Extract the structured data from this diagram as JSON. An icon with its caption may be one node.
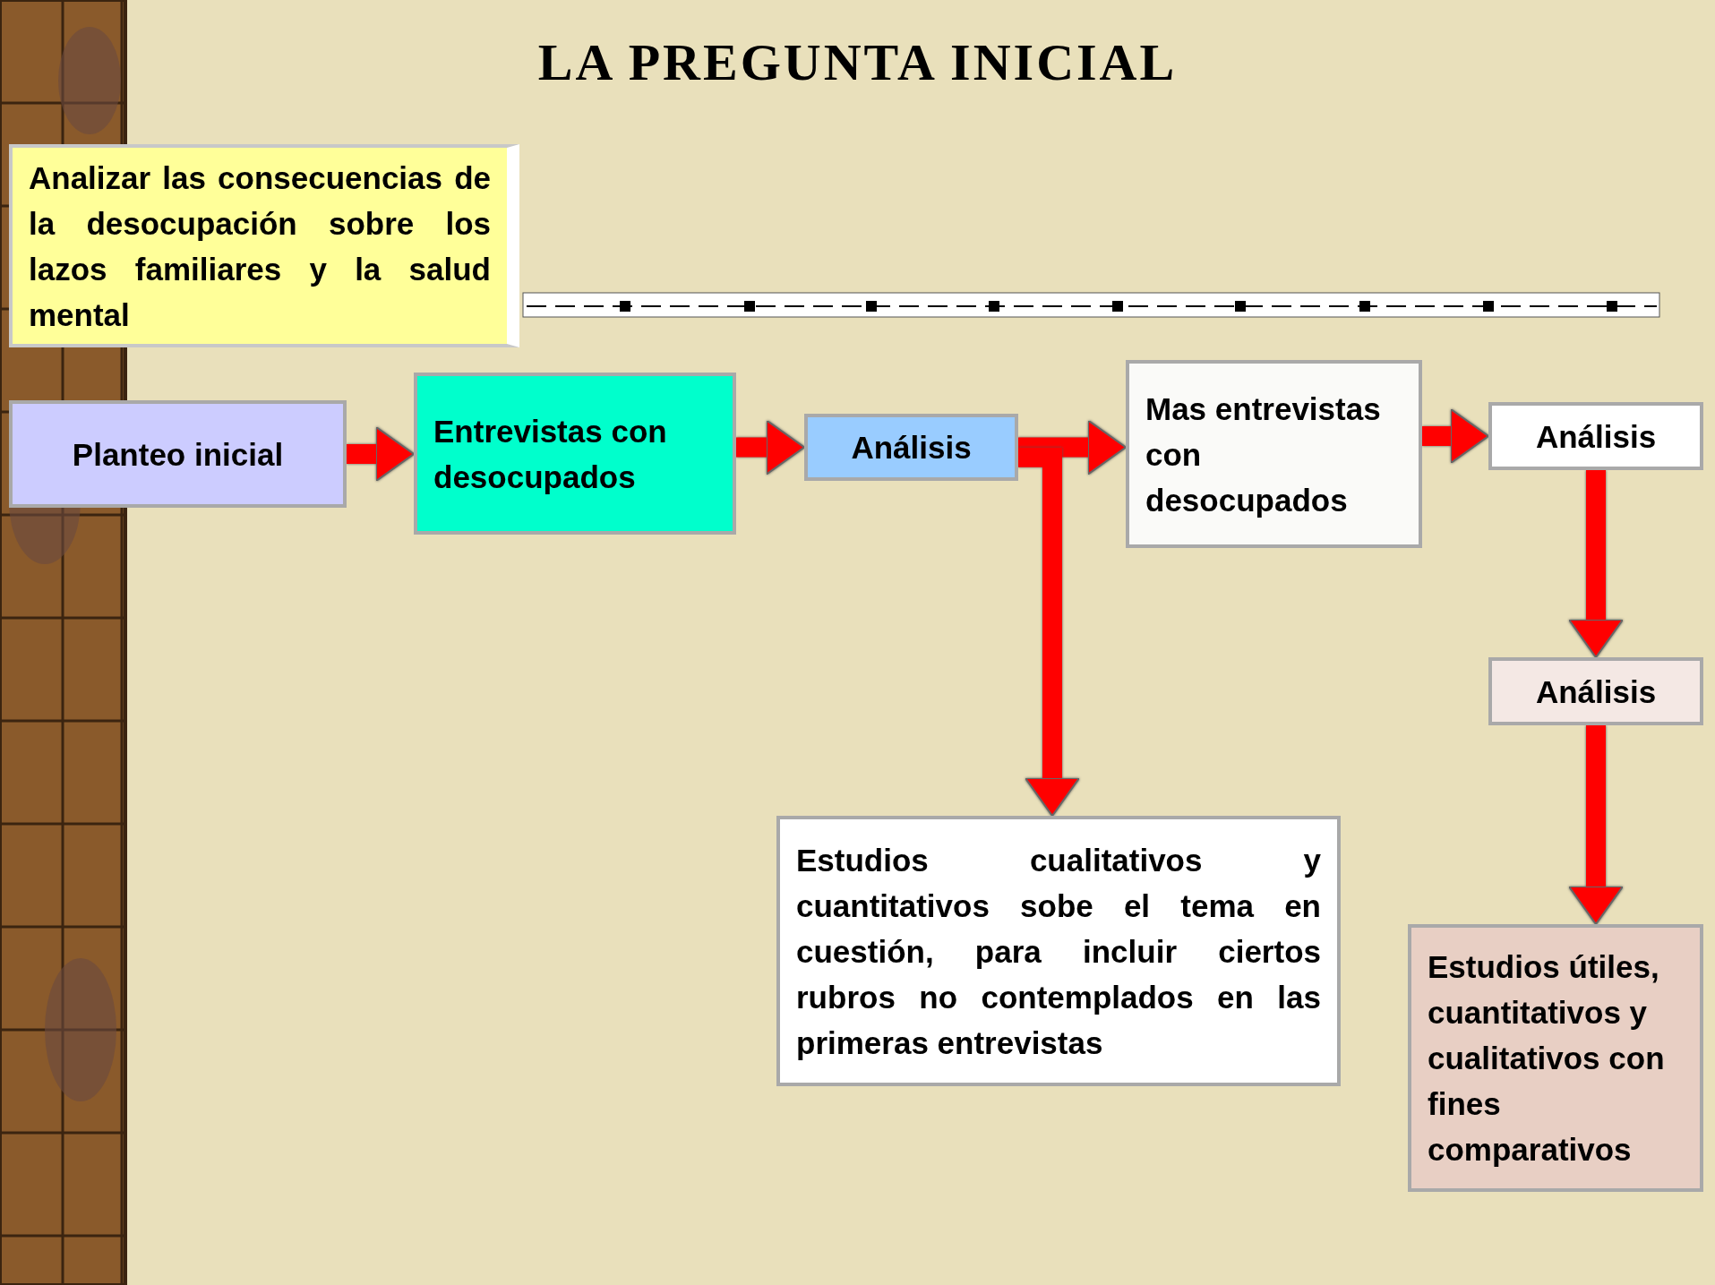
{
  "diagram": {
    "title": "LA PREGUNTA INICIAL",
    "nodes": [
      {
        "text": [
          "Analizar las consecuencias de la desocupación sobre los lazos familiares y la salud mental"
        ]
      },
      {
        "text": [
          "Planteo inicial"
        ]
      },
      {
        "text": [
          "Entrevistas con desocupados"
        ]
      },
      {
        "text": [
          "Análisis"
        ]
      },
      {
        "text": [
          "Mas entrevistas con desocupados"
        ]
      },
      {
        "text": [
          "Análisis"
        ]
      },
      {
        "text": [
          "Análisis"
        ]
      },
      {
        "text": [
          "Estudios cualitativos y cuantitativos  sobe el tema en cuestión, para incluir ciertos rubros no contemplados en las primeras entrevistas"
        ]
      },
      {
        "text": [
          "Estudios útiles, cuantitativos y cualitativos con fines comparativos"
        ]
      }
    ],
    "edges": [
      {
        "from": 1,
        "to": 2,
        "arrow": "to"
      },
      {
        "from": 2,
        "to": 3,
        "arrow": "to"
      },
      {
        "from": 3,
        "to": 4,
        "arrow": "to"
      },
      {
        "from": 3,
        "to": 7,
        "arrow": "to"
      },
      {
        "from": 4,
        "to": 5,
        "arrow": "to"
      },
      {
        "from": 5,
        "to": 6,
        "arrow": "to"
      },
      {
        "from": 6,
        "to": 8,
        "arrow": "to"
      }
    ]
  }
}
